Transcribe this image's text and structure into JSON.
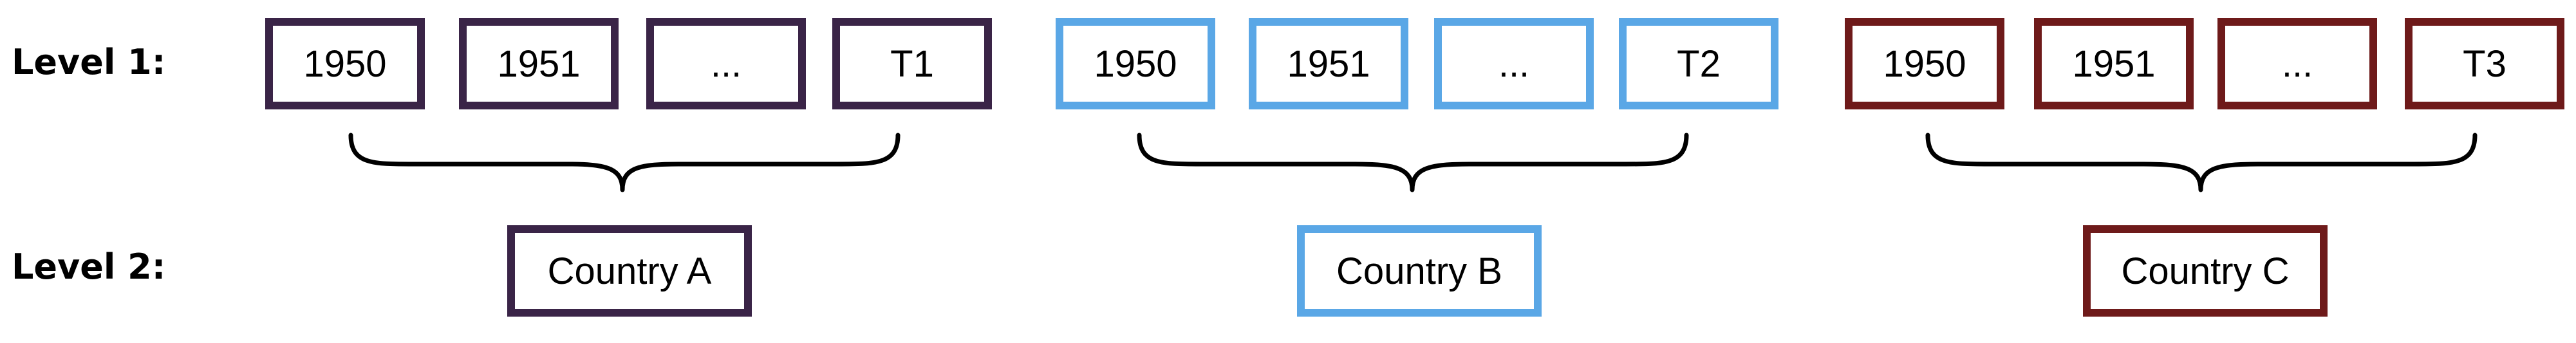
{
  "levels": {
    "level1_label": "Level 1:",
    "level2_label": "Level 2:"
  },
  "groups": [
    {
      "color": "#3a2447",
      "cells": [
        "1950",
        "1951",
        "...",
        "T1"
      ],
      "country": "Country A"
    },
    {
      "color": "#5aa7e6",
      "cells": [
        "1950",
        "1951",
        "...",
        "T2"
      ],
      "country": "Country B"
    },
    {
      "color": "#6e1a1a",
      "cells": [
        "1950",
        "1951",
        "...",
        "T3"
      ],
      "country": "Country C"
    }
  ]
}
